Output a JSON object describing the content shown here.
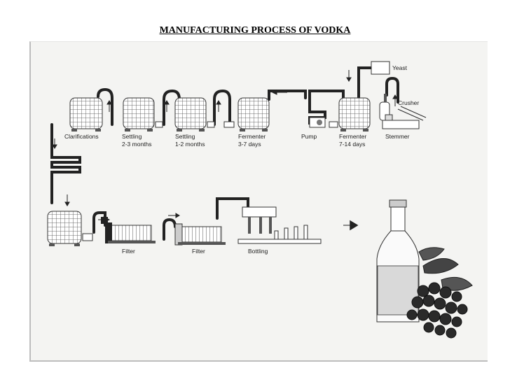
{
  "title": "MANUFACTURING PROCESS OF VODKA",
  "labels": {
    "yeast": "Yeast",
    "crusher": "Crusher",
    "stemmer": "Stemmer",
    "fermenter2_name": "Fermenter",
    "fermenter2_time": "7-14 days",
    "pump": "Pump",
    "fermenter1_name": "Fermenter",
    "fermenter1_time": "3-7 days",
    "settling2_name": "Settling",
    "settling2_time": "1-2 months",
    "settling1_name": "Settling",
    "settling1_time": "2-3 months",
    "clarifications": "Clarifications",
    "filter1": "Filter",
    "filter2": "Filter",
    "bottling": "Bottling"
  }
}
